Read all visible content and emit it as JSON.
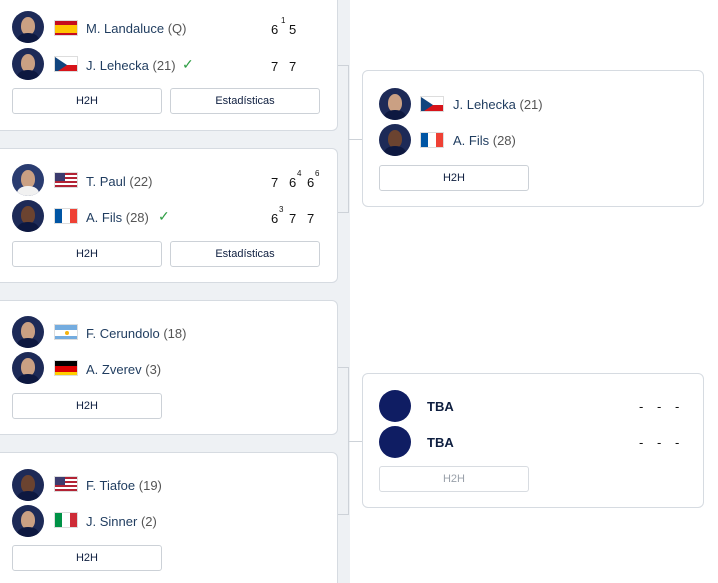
{
  "buttons": {
    "h2h": "H2H",
    "stats": "Estadísticas"
  },
  "matches": [
    {
      "p1": {
        "name": "M. Landaluce",
        "seed": "(Q)",
        "country": "Spain",
        "scores": [
          "6",
          "5"
        ],
        "tb": [
          "1",
          ""
        ]
      },
      "p2": {
        "name": "J. Lehecka",
        "seed": "(21)",
        "country": "Czech Republic",
        "scores": [
          "7",
          "7"
        ],
        "tb": [
          "",
          ""
        ],
        "winner": true
      }
    },
    {
      "p1": {
        "name": "T. Paul",
        "seed": "(22)",
        "country": "USA",
        "scores": [
          "7",
          "6",
          "6"
        ],
        "tb": [
          "",
          "4",
          "6"
        ]
      },
      "p2": {
        "name": "A. Fils",
        "seed": "(28)",
        "country": "France",
        "scores": [
          "6",
          "7",
          "7"
        ],
        "tb": [
          "3",
          "",
          ""
        ],
        "winner": true
      }
    },
    {
      "p1": {
        "name": "F. Cerundolo",
        "seed": "(18)",
        "country": "Argentina"
      },
      "p2": {
        "name": "A. Zverev",
        "seed": "(3)",
        "country": "Germany"
      }
    },
    {
      "p1": {
        "name": "F. Tiafoe",
        "seed": "(19)",
        "country": "USA"
      },
      "p2": {
        "name": "J. Sinner",
        "seed": "(2)",
        "country": "Italy"
      }
    }
  ],
  "next_round": [
    {
      "p1": {
        "name": "J. Lehecka",
        "seed": "(21)",
        "country": "Czech Republic"
      },
      "p2": {
        "name": "A. Fils",
        "seed": "(28)",
        "country": "France"
      }
    },
    {
      "p1": {
        "name": "TBA",
        "scores": [
          "-",
          "-",
          "-"
        ]
      },
      "p2": {
        "name": "TBA",
        "scores": [
          "-",
          "-",
          "-"
        ]
      }
    }
  ],
  "check_mark": "✓",
  "colors": {
    "name": "#1f3c5f",
    "winner_check": "#2f9e45",
    "border": "#d6dbe1",
    "background_strip": "#eef1f4"
  }
}
